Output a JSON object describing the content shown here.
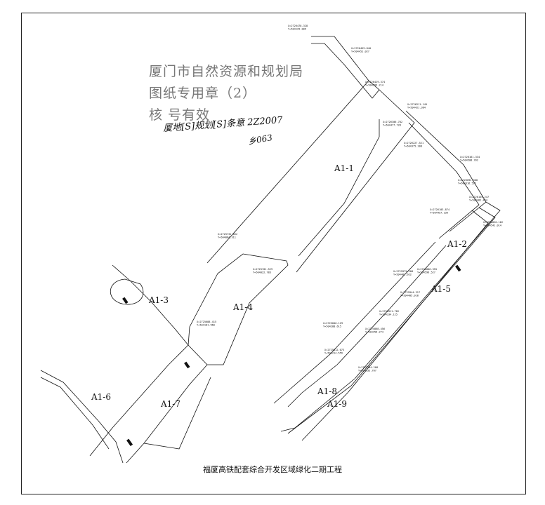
{
  "drawing": {
    "caption": "福厦高铁配套综合开发区域绿化二期工程",
    "zones": [
      "A1-1",
      "A1-2",
      "A1-3",
      "A1-4",
      "A1-5",
      "A1-6",
      "A1-7",
      "A1-8",
      "A1-9"
    ],
    "stamp": {
      "line1": "厦门市自然资源和规划局",
      "line2": "图纸专用章（2）",
      "line3": "核  号有效"
    },
    "signature": "厦地[S]规划[S]条意 2Z2007",
    "signature_note": "乡063",
    "coordinate_labels": [
      "X=2726478.328",
      "Y=504129.009",
      "X=2726459.840",
      "Y=504451.027",
      "X=2726429.374",
      "Y=504399.214",
      "X=2726306.782",
      "Y=504477.728",
      "X=2726211.145",
      "Y=504421.384",
      "X=2726227.521",
      "Y=504375.208",
      "X=2726161.334",
      "Y=504508.702",
      "X=2726092.308",
      "Y=504316.527",
      "X=2726155.247",
      "Y=504482.464",
      "X=2726103.874",
      "Y=504457.136",
      "X=2726020.162",
      "Y=504541.014",
      "X=2726006.355",
      "Y=504596.527",
      "X=2725975.208",
      "Y=504487.622",
      "X=2725944.317",
      "Y=504405.018",
      "X=2725911.782",
      "Y=504334.125",
      "X=2725868.456",
      "Y=504356.274",
      "X=2725840.129",
      "Y=504288.615",
      "X=2725812.073",
      "Y=504214.559",
      "X=2725764.208",
      "Y=504135.707",
      "X=2725731.662",
      "Y=504084.311",
      "X=2725701.529",
      "Y=504022.783",
      "X=2725688.415",
      "Y=504181.960"
    ]
  }
}
